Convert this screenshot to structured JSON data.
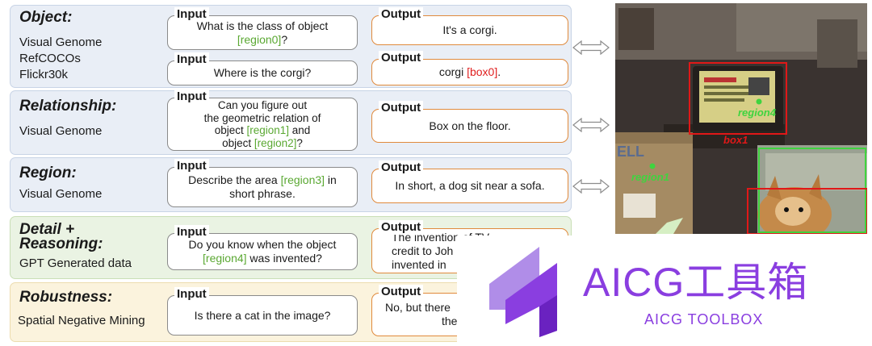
{
  "rows": {
    "object": {
      "title": "Object:",
      "sources": [
        "Visual Genome",
        "RefCOCOs",
        "Flickr30k"
      ],
      "pairs": [
        {
          "input_label": "Input",
          "input_pre": "What is the class of object",
          "input_region": "[region0]",
          "input_post": "?",
          "output_label": "Output",
          "output_text": "It's a corgi."
        },
        {
          "input_label": "Input",
          "input_text": "Where is the corgi?",
          "output_label": "Output",
          "output_pre": "corgi ",
          "output_box": "[box0]",
          "output_post": "."
        }
      ]
    },
    "relationship": {
      "title": "Relationship:",
      "source": "Visual Genome",
      "input_label": "Input",
      "input_l1": "Can you figure out",
      "input_l2": "the geometric relation of",
      "input_l3_pre": "object ",
      "input_l3_region": "[region1]",
      "input_l3_post": " and",
      "input_l4_pre": "object ",
      "input_l4_region": "[region2]",
      "input_l4_post": "?",
      "output_label": "Output",
      "output_text": "Box on the floor."
    },
    "region": {
      "title": "Region:",
      "source": "Visual Genome",
      "input_label": "Input",
      "input_pre": "Describe the area ",
      "input_region": "[region3]",
      "input_post": " in",
      "input_l2": "short phrase.",
      "output_label": "Output",
      "output_text": "In short, a dog sit near a sofa."
    },
    "detail": {
      "title_l1": "Detail +",
      "title_l2": "Reasoning:",
      "source": "GPT Generated data",
      "input_label": "Input",
      "input_l1": "Do you know when the object",
      "input_region": "[region4]",
      "input_post": " was invented?",
      "output_label": "Output",
      "output_l1": "The invention of TV",
      "output_l2": "credit to Joh",
      "output_l3": "invented in"
    },
    "robustness": {
      "title": "Robustness:",
      "source": "Spatial Negative Mining",
      "input_label": "Input",
      "input_text": "Is there a cat in the image?",
      "output_label": "Output",
      "output_l1": "No, but there",
      "output_l2": "the"
    }
  },
  "photo": {
    "annotations": {
      "region4": "region4",
      "box1": "box1",
      "region1": "region1"
    },
    "colors": {
      "green": "#3fd43f",
      "red": "#e01818"
    }
  },
  "logo": {
    "title": "AICG工具箱",
    "subtitle": "AICG TOOLBOX",
    "color": "#8a3ee0",
    "icon": "aicg-stacked-chevron-logo"
  }
}
